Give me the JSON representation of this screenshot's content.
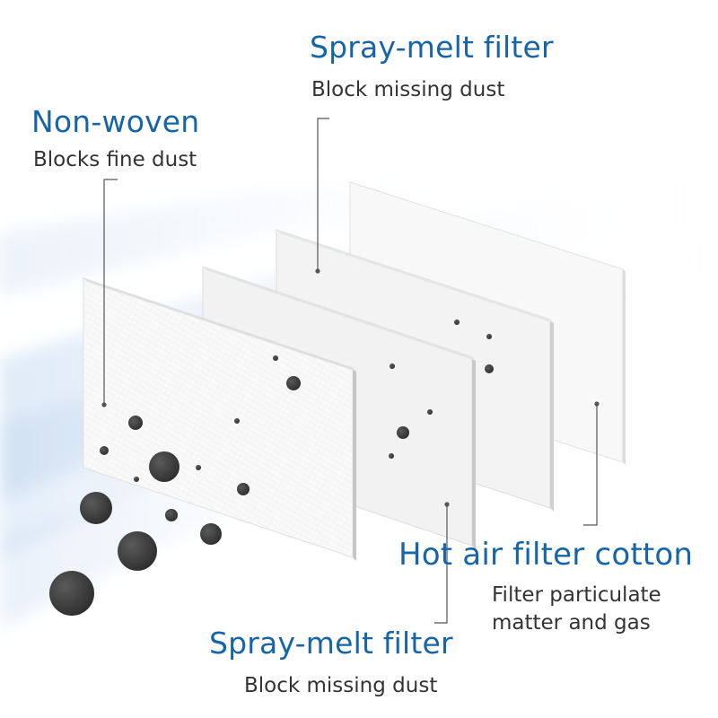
{
  "labels": {
    "non_woven": {
      "title": "Non-woven",
      "subtitle": "Blocks fine dust"
    },
    "spray_melt_top": {
      "title": "Spray-melt filter",
      "subtitle": "Block missing dust"
    },
    "hot_air": {
      "title": "Hot air filter cotton",
      "subtitle_line1": "Filter particulate",
      "subtitle_line2": "matter and gas"
    },
    "spray_melt_bottom": {
      "title": "Spray-melt filter",
      "subtitle": "Block missing dust"
    }
  },
  "colors": {
    "title": "#1565a8",
    "subtitle": "#333333",
    "dust": "#3a3a3a",
    "airflow": "#bcd4ee",
    "layer_face": "#f4f4f4",
    "layer_edge": "#cfcfcf",
    "leader_line": "#555555"
  }
}
